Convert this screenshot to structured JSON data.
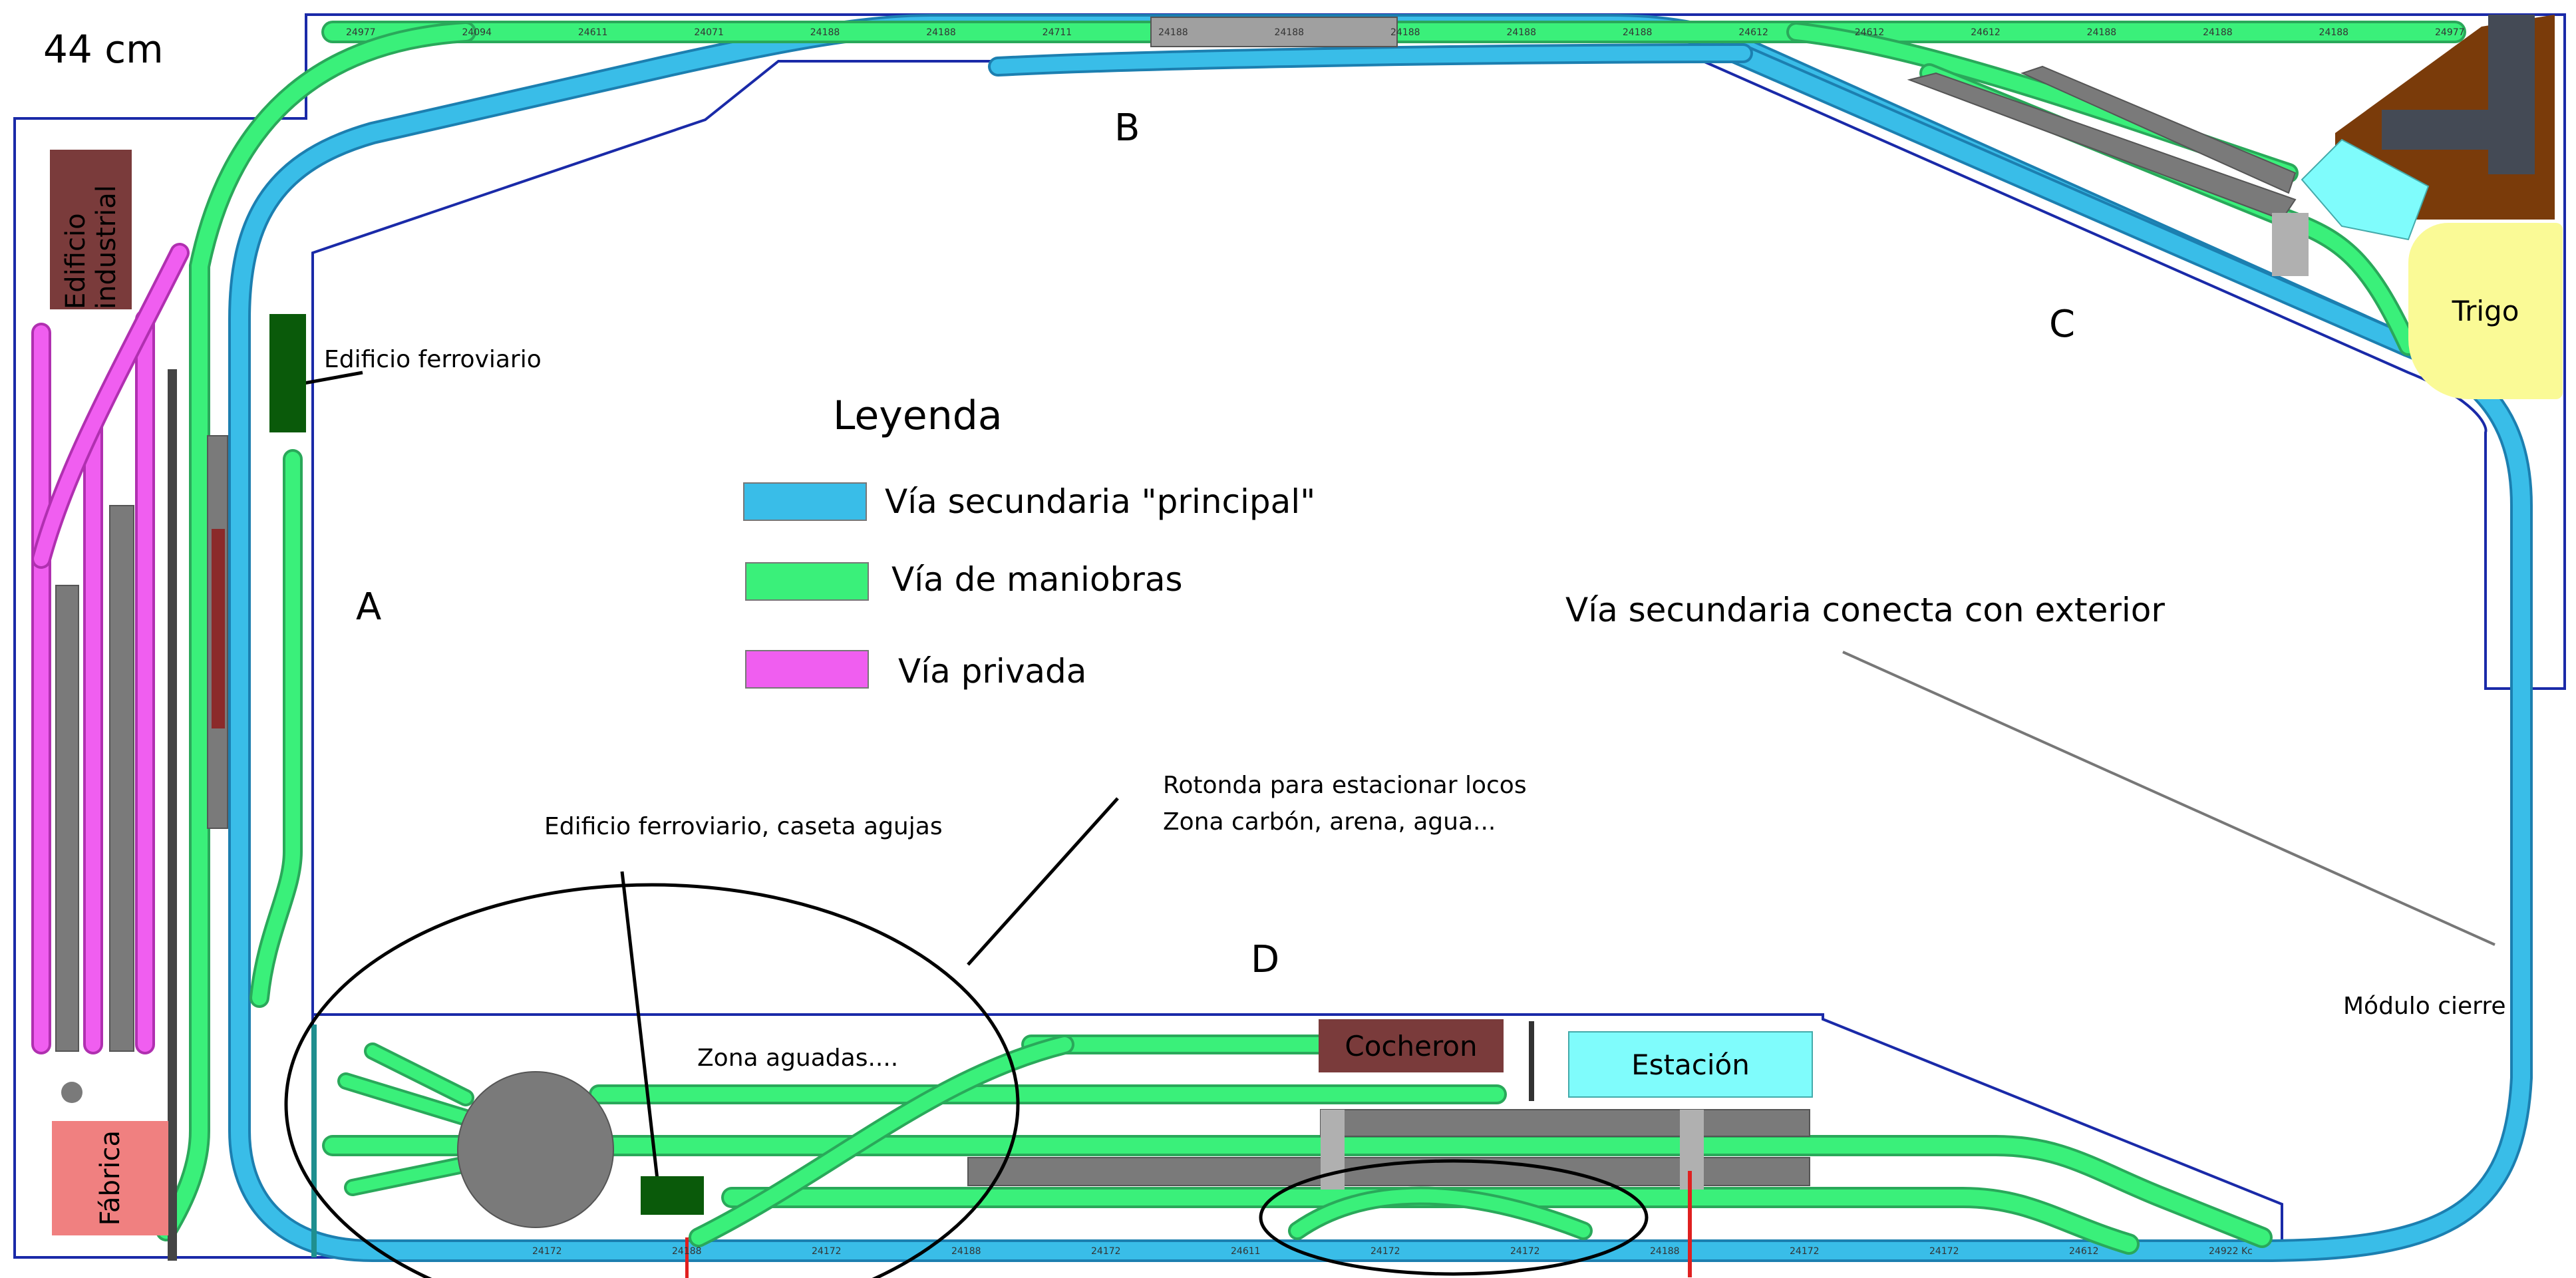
{
  "scale_label": "44 cm",
  "section_labels": {
    "a": "A",
    "b": "B",
    "c": "C",
    "d": "D"
  },
  "legend": {
    "title": "Leyenda",
    "items": [
      {
        "label": "Vía secundaria \"principal\"",
        "color": "#39bde8"
      },
      {
        "label": "Vía de maniobras",
        "color": "#3af07a"
      },
      {
        "label": "Vía privada",
        "color": "#f05ef0"
      }
    ]
  },
  "buildings": {
    "industrial": "Edificio industrial",
    "factory": "Fábrica",
    "depot": "Cocheron",
    "station": "Estación",
    "wheat": "Trigo"
  },
  "annotations": {
    "railway_building": "Edificio ferroviario",
    "railway_building_switch_house": "Edificio ferroviario, caseta agujas",
    "roundhouse_line1": "Rotonda para estacionar locos",
    "roundhouse_line2": "Zona carbón, arena, agua...",
    "water_zone": "Zona aguadas....",
    "secondary_connects": "Vía secundaria conecta con exterior",
    "closing_module": "Módulo cierre"
  },
  "track_codes": {
    "top": [
      "24977",
      "24094",
      "24611",
      "24071",
      "24188",
      "24188",
      "24711",
      "24188",
      "24188",
      "24188",
      "24188",
      "24188",
      "24612",
      "24612",
      "24612",
      "24188",
      "24188",
      "24188",
      "24977"
    ],
    "bottom": [
      "24172",
      "24188",
      "24172",
      "24188",
      "24172",
      "24611",
      "24172",
      "24172",
      "24188",
      "24172",
      "24172",
      "24612",
      "24922 Kc"
    ]
  },
  "colors": {
    "main_track": "#39bde8",
    "shunting_track": "#3af07a",
    "private_track": "#f05ef0",
    "outline": "#1a2aa8",
    "building_red": "#7a3b3b",
    "factory": "#f08080",
    "station": "#7ffcfc",
    "wheat": "#fafa96",
    "dark_green": "#0a5a0a",
    "platform": "#7a7a7a",
    "brown_area": "#7a3b0a"
  }
}
